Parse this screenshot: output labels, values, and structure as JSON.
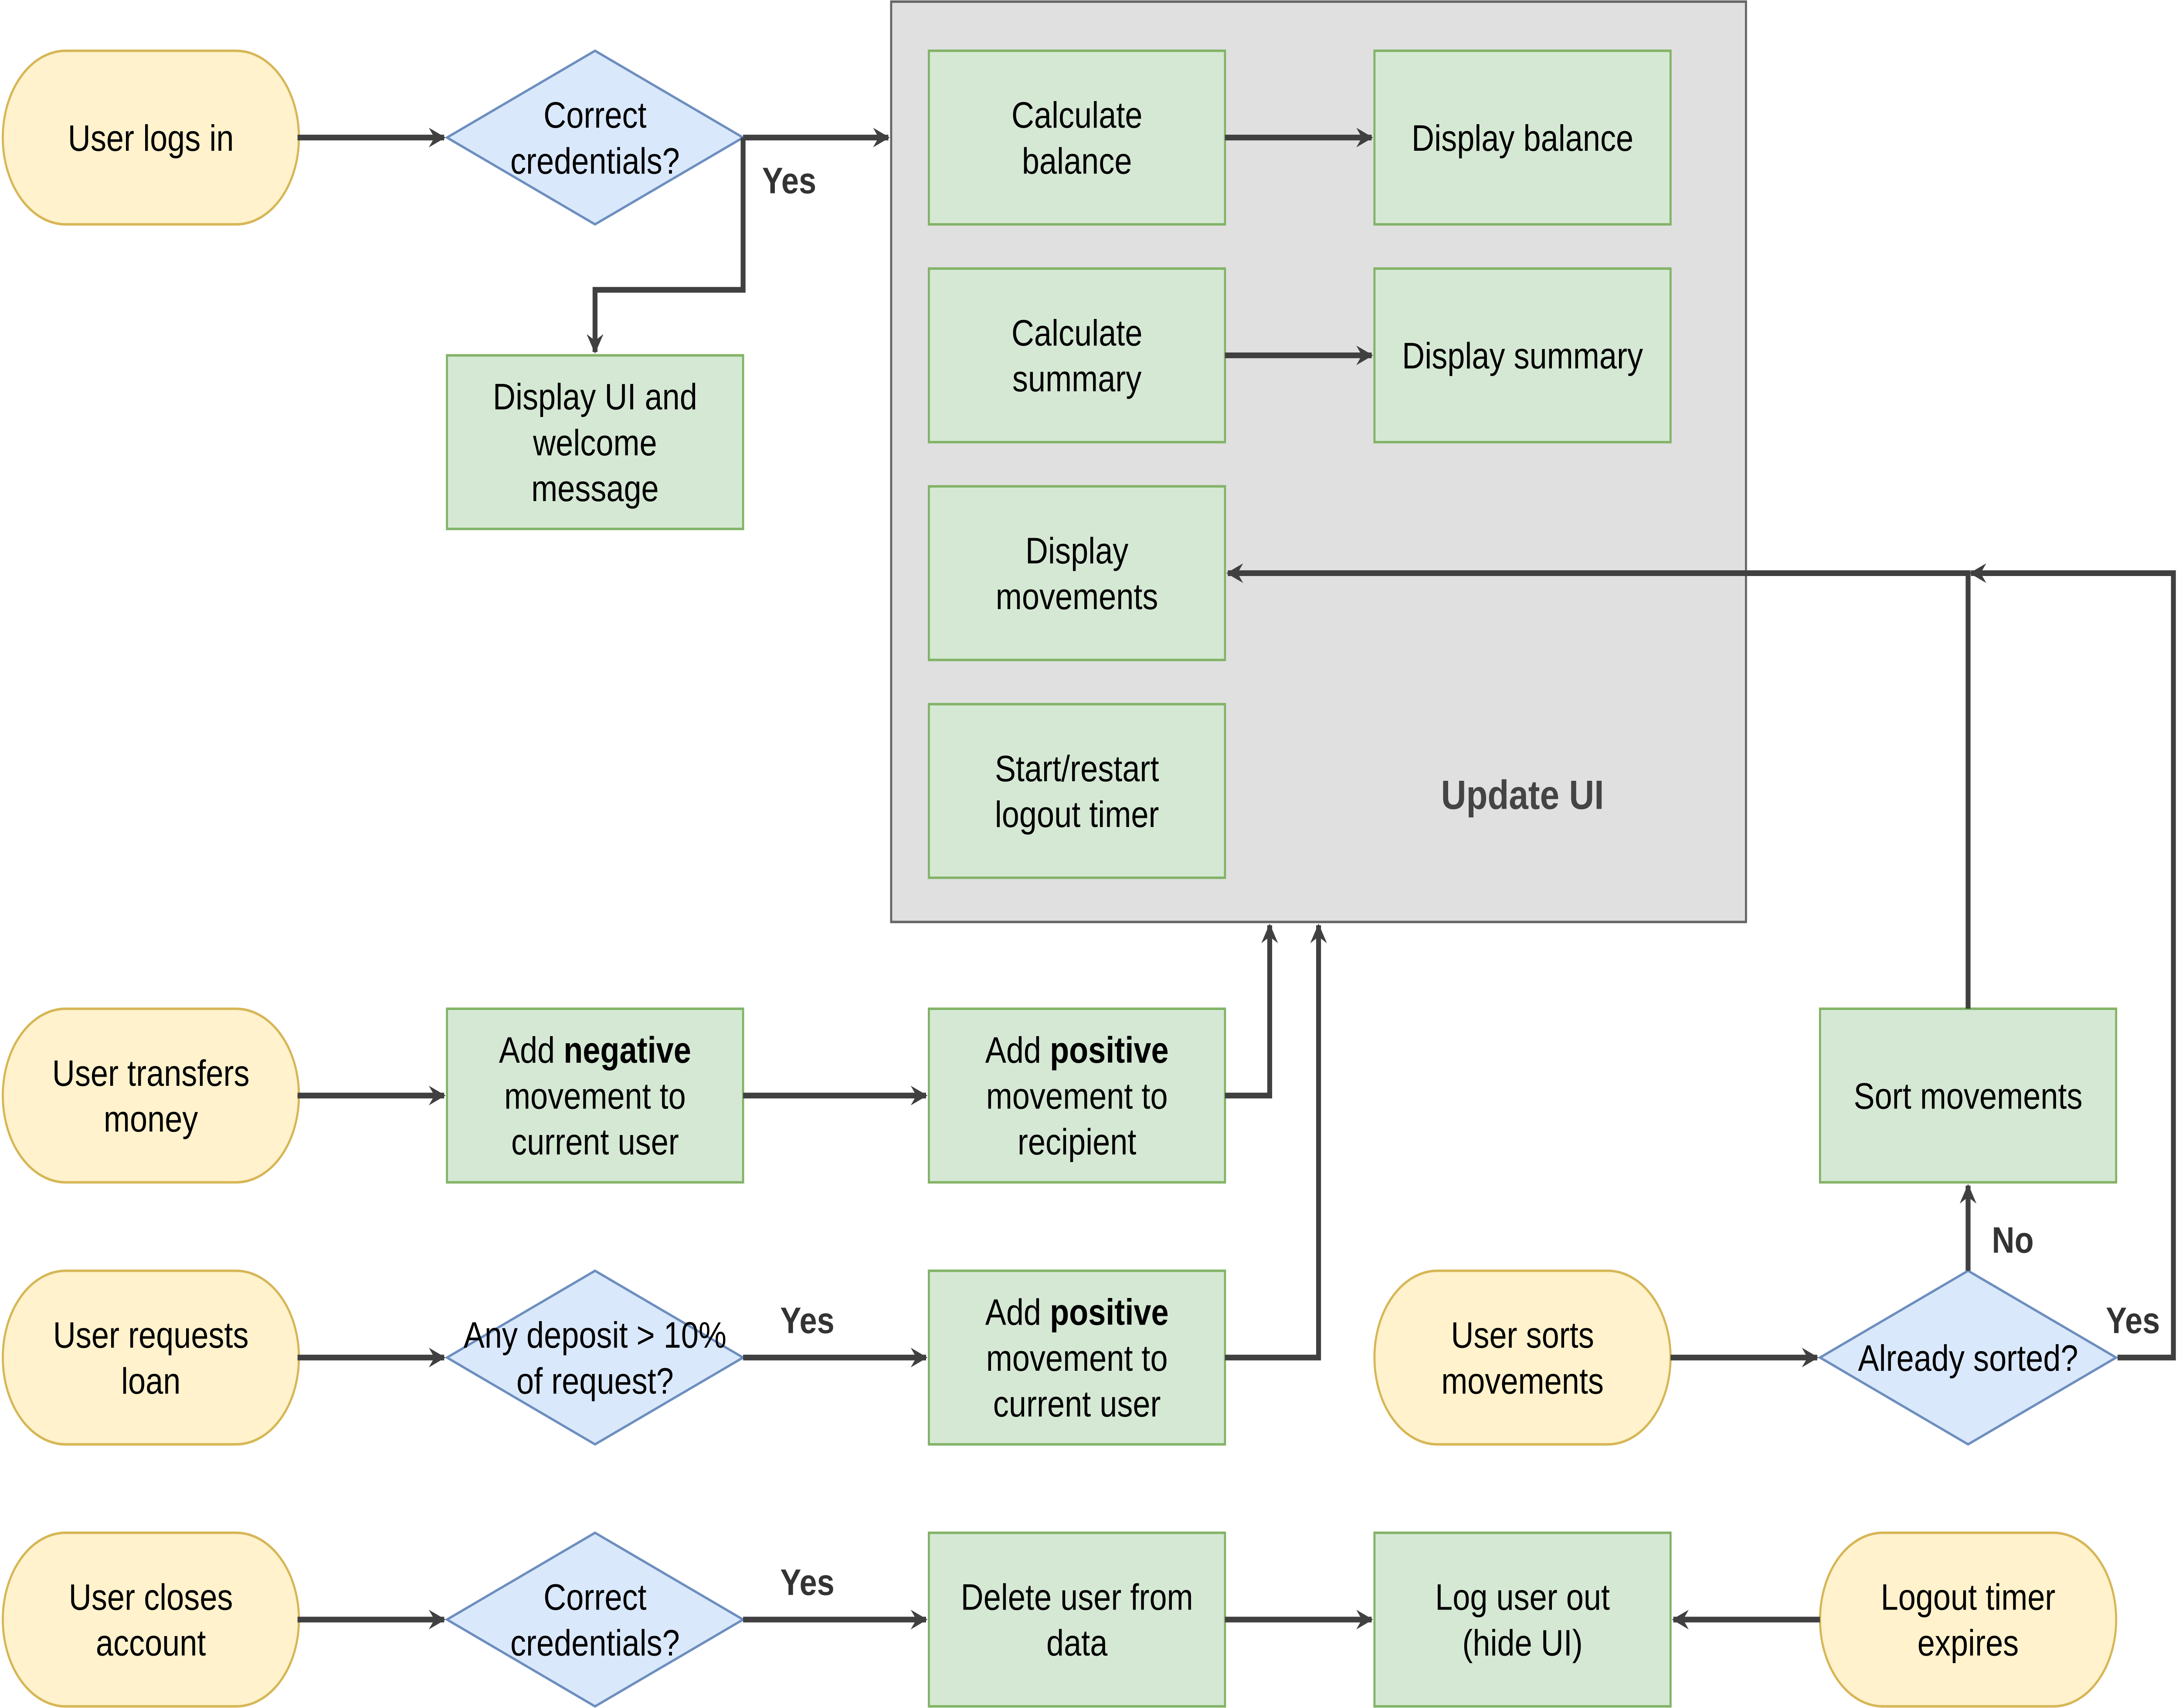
{
  "colors": {
    "terminal_fill": "#fff2cc",
    "terminal_stroke": "#d6b656",
    "decision_fill": "#dae8fc",
    "decision_stroke": "#6c8ebf",
    "process_fill": "#d5e8d4",
    "process_stroke": "#82b366",
    "group_fill": "#e0e0e0",
    "group_stroke": "#666666",
    "edge": "#404040"
  },
  "group": {
    "title": "Update UI"
  },
  "nodes": {
    "login": {
      "type": "terminal",
      "lines": [
        [
          [
            "User logs in",
            false
          ]
        ]
      ]
    },
    "cred1": {
      "type": "decision",
      "lines": [
        [
          [
            "Correct",
            false
          ]
        ],
        [
          [
            "credentials?",
            false
          ]
        ]
      ]
    },
    "display_ui": {
      "type": "process",
      "lines": [
        [
          [
            "Display UI and",
            false
          ]
        ],
        [
          [
            "welcome",
            false
          ]
        ],
        [
          [
            "message",
            false
          ]
        ]
      ]
    },
    "calc_balance": {
      "type": "process",
      "lines": [
        [
          [
            "Calculate",
            false
          ]
        ],
        [
          [
            "balance",
            false
          ]
        ]
      ]
    },
    "display_balance": {
      "type": "process",
      "lines": [
        [
          [
            "Display balance",
            false
          ]
        ]
      ]
    },
    "calc_summary": {
      "type": "process",
      "lines": [
        [
          [
            "Calculate",
            false
          ]
        ],
        [
          [
            "summary",
            false
          ]
        ]
      ]
    },
    "display_summary": {
      "type": "process",
      "lines": [
        [
          [
            "Display summary",
            false
          ]
        ]
      ]
    },
    "display_movements": {
      "type": "process",
      "lines": [
        [
          [
            "Display",
            false
          ]
        ],
        [
          [
            "movements",
            false
          ]
        ]
      ]
    },
    "timer": {
      "type": "process",
      "lines": [
        [
          [
            "Start/restart",
            false
          ]
        ],
        [
          [
            "logout timer",
            false
          ]
        ]
      ]
    },
    "transfer": {
      "type": "terminal",
      "lines": [
        [
          [
            "User transfers",
            false
          ]
        ],
        [
          [
            "money",
            false
          ]
        ]
      ]
    },
    "add_negative": {
      "type": "process",
      "lines": [
        [
          [
            "Add ",
            false
          ],
          [
            "negative",
            true
          ]
        ],
        [
          [
            "movement to",
            false
          ]
        ],
        [
          [
            "current user",
            false
          ]
        ]
      ]
    },
    "add_positive_recipient": {
      "type": "process",
      "lines": [
        [
          [
            "Add ",
            false
          ],
          [
            "positive",
            true
          ]
        ],
        [
          [
            "movement to",
            false
          ]
        ],
        [
          [
            "recipient",
            false
          ]
        ]
      ]
    },
    "sort_movements": {
      "type": "process",
      "lines": [
        [
          [
            "Sort movements",
            false
          ]
        ]
      ]
    },
    "loan": {
      "type": "terminal",
      "lines": [
        [
          [
            "User requests",
            false
          ]
        ],
        [
          [
            "loan",
            false
          ]
        ]
      ]
    },
    "deposit_check": {
      "type": "decision",
      "lines": [
        [
          [
            "Any deposit > 10%",
            false
          ]
        ],
        [
          [
            "of request?",
            false
          ]
        ]
      ]
    },
    "add_positive_current": {
      "type": "process",
      "lines": [
        [
          [
            "Add ",
            false
          ],
          [
            "positive",
            true
          ]
        ],
        [
          [
            "movement to",
            false
          ]
        ],
        [
          [
            "current user",
            false
          ]
        ]
      ]
    },
    "user_sorts": {
      "type": "terminal",
      "lines": [
        [
          [
            "User sorts",
            false
          ]
        ],
        [
          [
            "movements",
            false
          ]
        ]
      ]
    },
    "already_sorted": {
      "type": "decision",
      "lines": [
        [
          [
            "Already sorted?",
            false
          ]
        ]
      ]
    },
    "close": {
      "type": "terminal",
      "lines": [
        [
          [
            "User closes",
            false
          ]
        ],
        [
          [
            "account",
            false
          ]
        ]
      ]
    },
    "cred2": {
      "type": "decision",
      "lines": [
        [
          [
            "Correct",
            false
          ]
        ],
        [
          [
            "credentials?",
            false
          ]
        ]
      ]
    },
    "delete_user": {
      "type": "process",
      "lines": [
        [
          [
            "Delete user from",
            false
          ]
        ],
        [
          [
            "data",
            false
          ]
        ]
      ]
    },
    "logout": {
      "type": "process",
      "lines": [
        [
          [
            "Log user out",
            false
          ]
        ],
        [
          [
            "(hide UI)",
            false
          ]
        ]
      ]
    },
    "timer_expires": {
      "type": "terminal",
      "lines": [
        [
          [
            "Logout timer",
            false
          ]
        ],
        [
          [
            "expires",
            false
          ]
        ]
      ]
    }
  },
  "edge_labels": {
    "cred1_yes": "Yes",
    "deposit_yes": "Yes",
    "cred2_yes": "Yes",
    "sorted_yes": "Yes",
    "sorted_no": "No"
  }
}
